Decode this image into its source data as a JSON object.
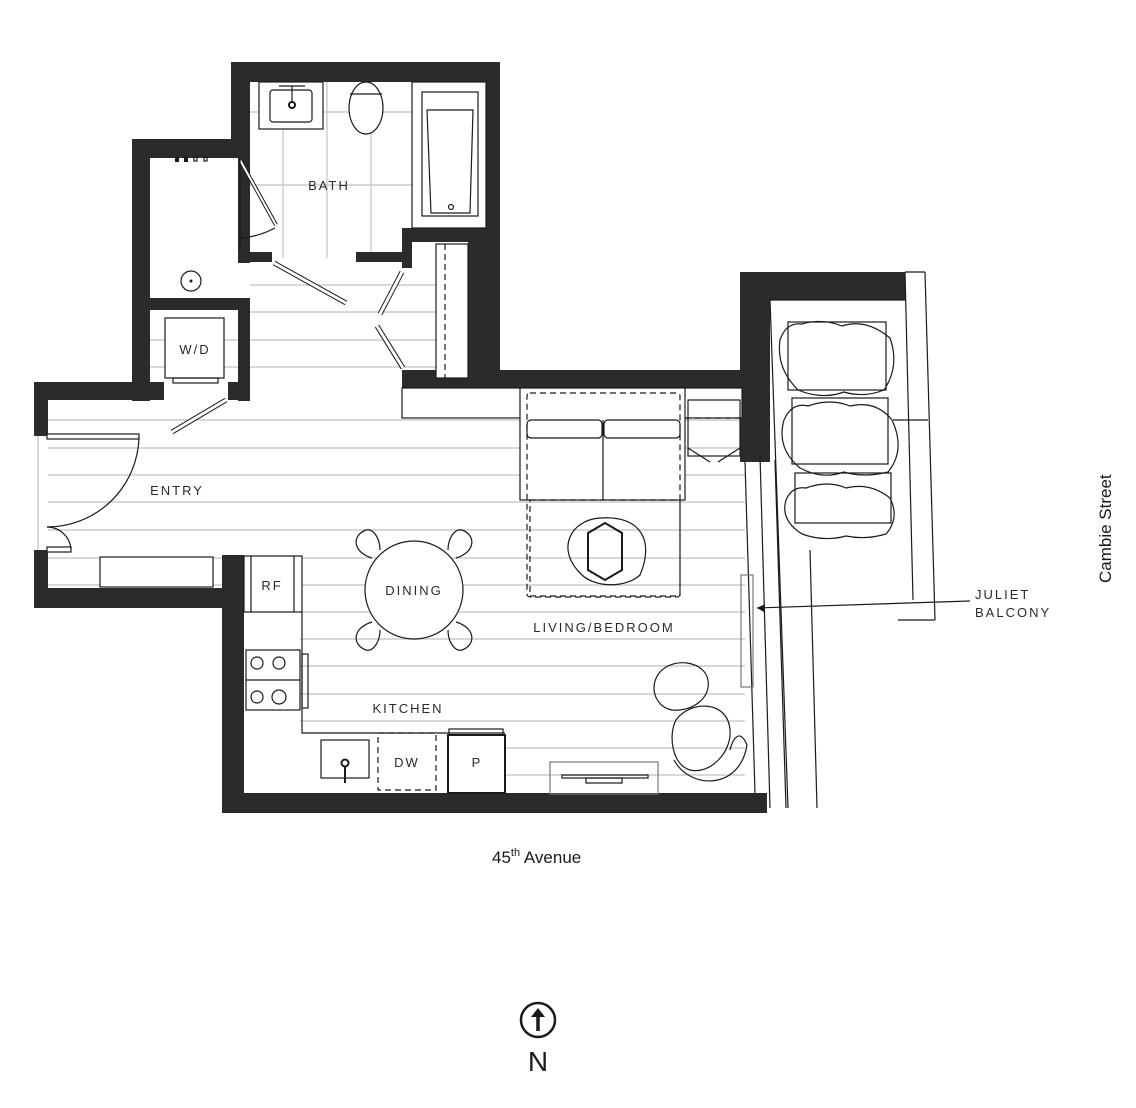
{
  "floor_plan": {
    "rooms": {
      "bath": "BATH",
      "washer_dryer": "W/D",
      "entry": "ENTRY",
      "fridge": "RF",
      "dining": "DINING",
      "living_bedroom": "LIVING/BEDROOM",
      "kitchen": "KITCHEN",
      "dishwasher": "DW",
      "pantry": "P"
    },
    "callouts": {
      "juliet_line1": "JULIET",
      "juliet_line2": "BALCONY"
    },
    "streets": {
      "south_number": "45",
      "south_superscript": "th",
      "south_name": " Avenue",
      "east": "Cambie Street"
    },
    "compass": {
      "label": "N",
      "icon": "north-arrow-icon"
    },
    "colors": {
      "wall": "#2b2b2b",
      "floor_lines": "#c8ccce",
      "linework": "#1a1a1a"
    }
  }
}
